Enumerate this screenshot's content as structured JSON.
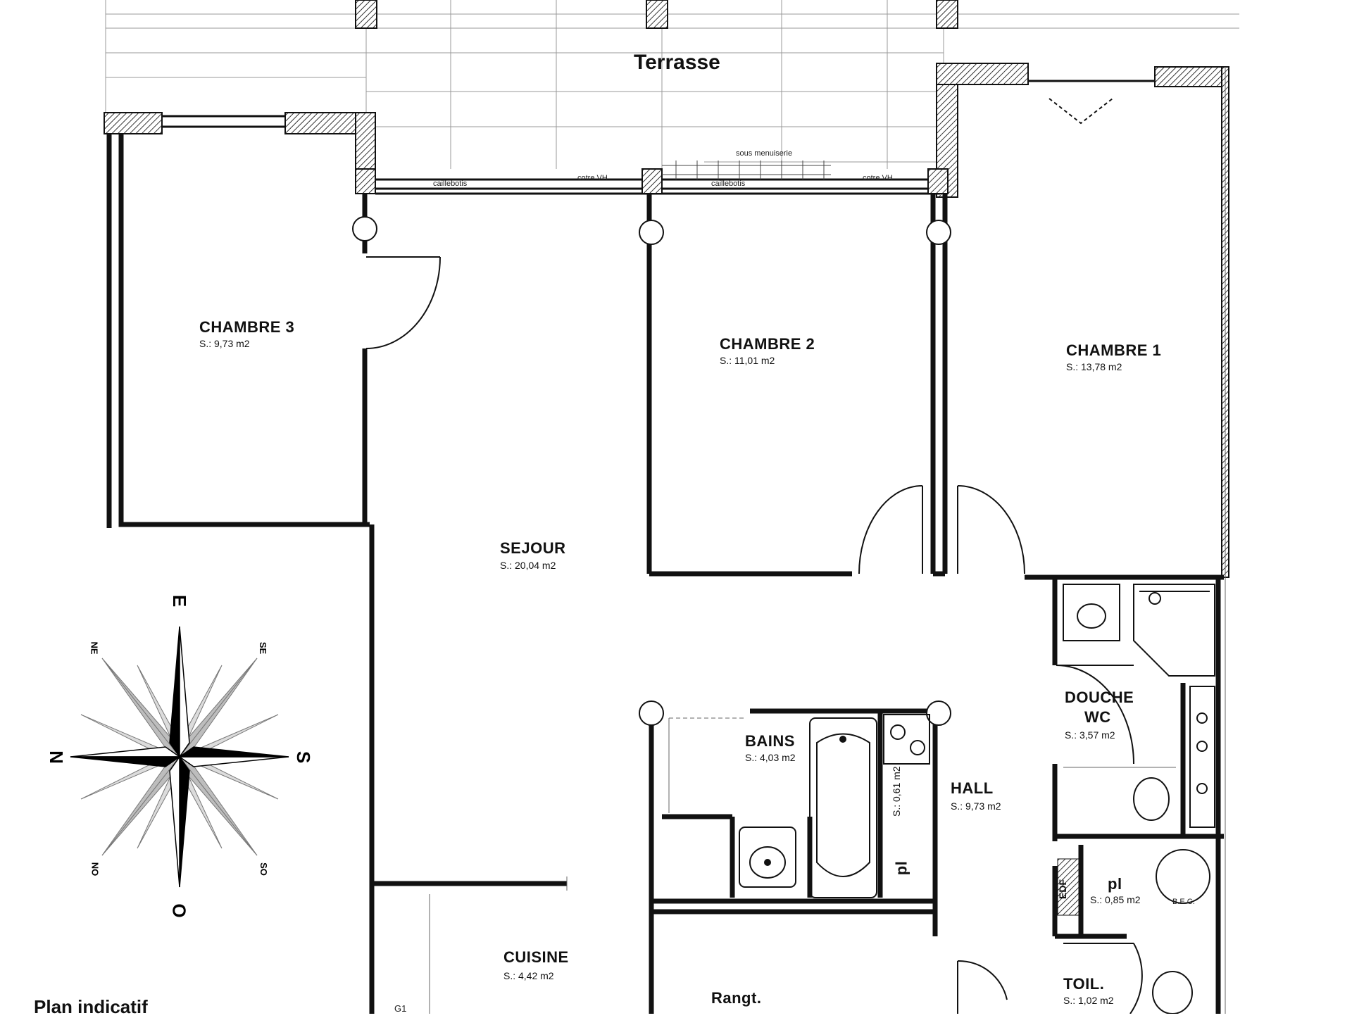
{
  "plan": {
    "terrace": "Terrasse",
    "caption": "Plan indicatif",
    "rooms": [
      {
        "name": "CHAMBRE 3",
        "area": "S.: 9,73 m2"
      },
      {
        "name": "CHAMBRE 2",
        "area": "S.: 11,01 m2"
      },
      {
        "name": "CHAMBRE 1",
        "area": "S.: 13,78 m2"
      },
      {
        "name": "SEJOUR",
        "area": "S.: 20,04 m2"
      },
      {
        "name": "BAINS",
        "area": "S.: 4,03 m2"
      },
      {
        "name": "HALL",
        "area": "S.: 9,73 m2"
      },
      {
        "name": "DOUCHE",
        "name2": "WC",
        "area": "S.: 3,57 m2"
      },
      {
        "name": "CUISINE",
        "area": "S.: 4,42 m2"
      },
      {
        "name": "Rangt.",
        "area": ""
      },
      {
        "name": "TOIL.",
        "area": "S.: 1,02 m2"
      },
      {
        "name": "pl",
        "area": "S.: 0,85 m2"
      },
      {
        "name": "pl",
        "area": "S.: 0,61 m2"
      }
    ],
    "fixtures": {
      "edf": "EDF",
      "bec": "B.E.C.",
      "sous_menuiserie": "sous menuiserie",
      "caillebotis_1": "caillebotis",
      "caillebotis_2": "caillebotis",
      "cotre_vh_1": "cotre VH",
      "cotre_vh_2": "cotre VH",
      "g1": "G1"
    }
  },
  "compass": {
    "N": "N",
    "S": "S",
    "E": "E",
    "O": "O",
    "NE": "NE",
    "SE": "SE",
    "NO": "NO",
    "SO": "SO"
  },
  "colors": {
    "wall": "#111111",
    "hatch": "#555555",
    "compass_dark": "#000000",
    "compass_light": "#bdbdbd"
  }
}
